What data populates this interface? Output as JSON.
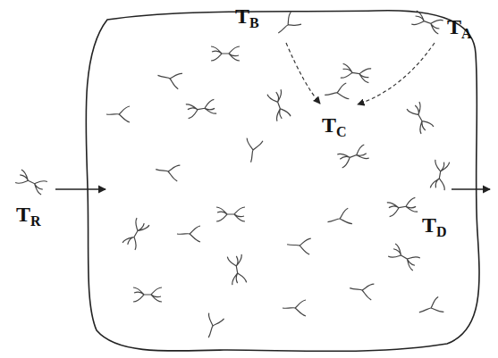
{
  "diagram": {
    "labels": [
      "TB",
      "TA",
      "TC",
      "TR",
      "TD"
    ]
  }
}
